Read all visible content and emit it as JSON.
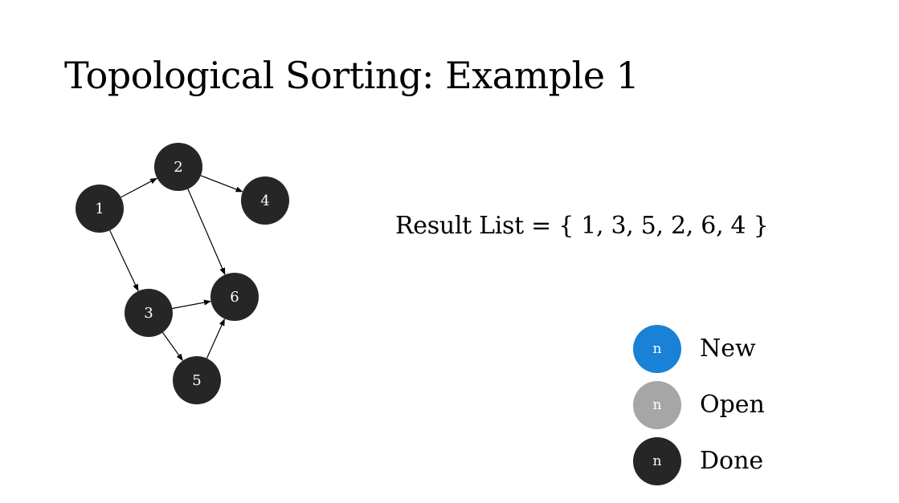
{
  "title": "Topological Sorting: Example 1",
  "result": {
    "label": "Result List",
    "text": "Result List = { 1, 3, 5, 2, 6, 4 }",
    "items": [
      1,
      3,
      5,
      2,
      6,
      4
    ]
  },
  "colors": {
    "new": "#1a82d6",
    "open": "#a6a6a6",
    "done": "#262626",
    "edge": "#000000",
    "node_text": "#ffffff"
  },
  "graph": {
    "nodes": [
      {
        "id": "1",
        "label": "1",
        "state": "done"
      },
      {
        "id": "2",
        "label": "2",
        "state": "done"
      },
      {
        "id": "3",
        "label": "3",
        "state": "done"
      },
      {
        "id": "4",
        "label": "4",
        "state": "done"
      },
      {
        "id": "5",
        "label": "5",
        "state": "done"
      },
      {
        "id": "6",
        "label": "6",
        "state": "done"
      }
    ],
    "edges": [
      {
        "from": "1",
        "to": "2"
      },
      {
        "from": "1",
        "to": "3"
      },
      {
        "from": "2",
        "to": "4"
      },
      {
        "from": "2",
        "to": "6"
      },
      {
        "from": "3",
        "to": "6"
      },
      {
        "from": "3",
        "to": "5"
      },
      {
        "from": "5",
        "to": "6"
      }
    ]
  },
  "legend": [
    {
      "symbol": "n",
      "label": "New",
      "state": "new"
    },
    {
      "symbol": "n",
      "label": "Open",
      "state": "open"
    },
    {
      "symbol": "n",
      "label": "Done",
      "state": "done"
    }
  ]
}
